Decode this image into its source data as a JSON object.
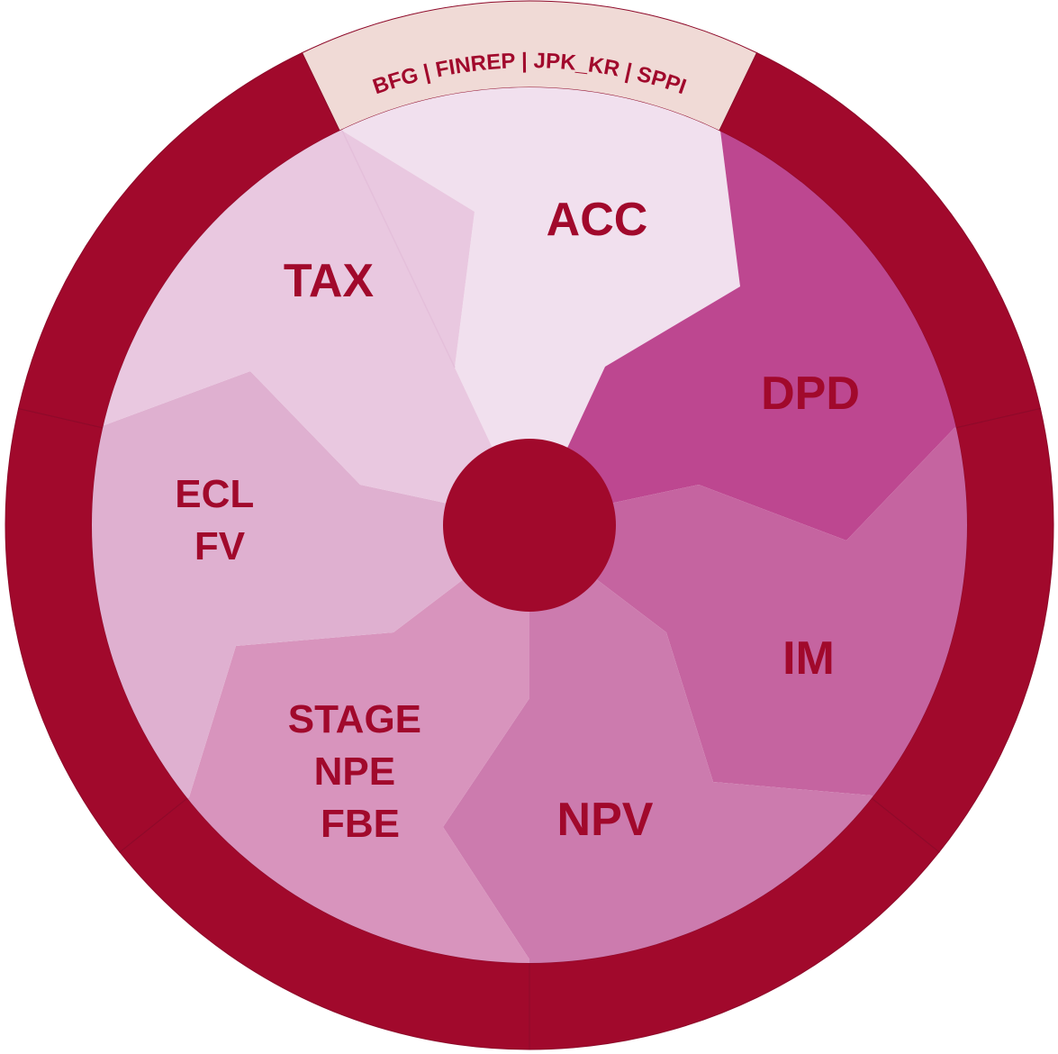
{
  "ring": {
    "top_label": "BFG | FINREP | JPK_KR | SPPI",
    "segment_count": 7,
    "highlight_color": "#f0dad6",
    "segment_color": "#a1092c"
  },
  "center_color": "#a1092c",
  "text_color": "#a1092c",
  "sectors": [
    {
      "id": "acc",
      "lines": [
        "ACC"
      ],
      "color": "#f1e0ee"
    },
    {
      "id": "dpd",
      "lines": [
        "DPD"
      ],
      "color": "#bd4790"
    },
    {
      "id": "im",
      "lines": [
        "IM"
      ],
      "color": "#c564a0"
    },
    {
      "id": "npv",
      "lines": [
        "NPV"
      ],
      "color": "#cc7bae"
    },
    {
      "id": "stage",
      "lines": [
        "STAGE",
        "NPE",
        "FBE"
      ],
      "color": "#d894bd"
    },
    {
      "id": "ecl",
      "lines": [
        "ECL",
        "FV"
      ],
      "color": "#dfb0d0"
    },
    {
      "id": "tax",
      "lines": [
        "TAX"
      ],
      "color": "#e9c8e0"
    }
  ]
}
